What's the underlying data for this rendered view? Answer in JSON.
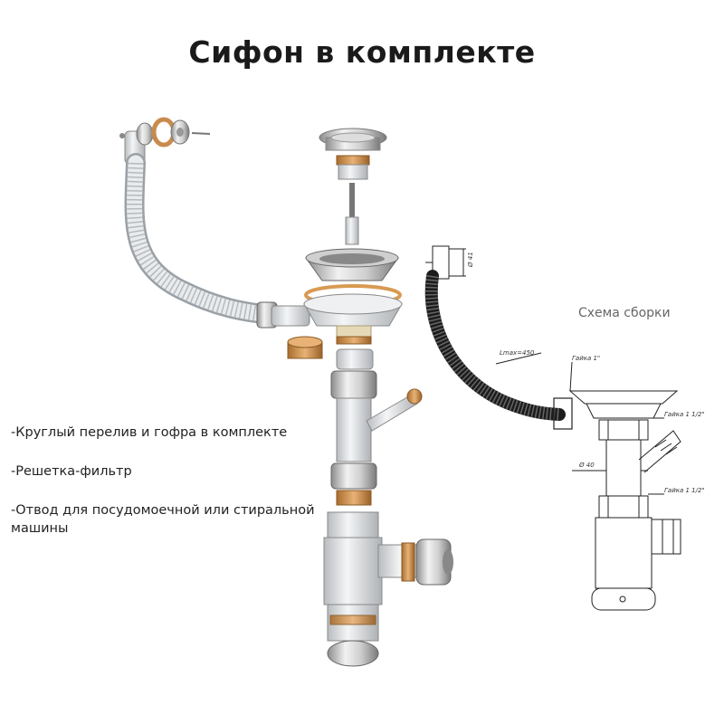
{
  "title": "Сифон в комплекте",
  "features": [
    "-Круглый перелив и гофра в комплекте",
    "-Решетка-фильтр",
    "-Отвод для посудомоечной или стиральной машины"
  ],
  "scheme": {
    "title": "Схема сборки",
    "labels": {
      "hose_length": "Lmax=450",
      "nut_1": "Гайка 1\"",
      "nut_112_top": "Гайка 1 1/2\"",
      "nut_112_bottom": "Гайка 1 1/2\"",
      "diameter_40": "Ø 40",
      "diameter_top": "Ø 41"
    }
  }
}
